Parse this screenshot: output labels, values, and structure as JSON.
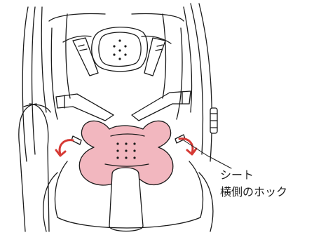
{
  "callout": {
    "line1": "シート",
    "line2": "横側のホック"
  },
  "colors": {
    "line": "#1a1a1a",
    "pad_fill": "#f2b7bf",
    "arrow_red": "#d63a35",
    "background": "#ffffff"
  },
  "icons": [
    "stroller-seat-illustration",
    "harness-pad",
    "rotate-arrow-left-icon",
    "rotate-arrow-right-icon"
  ]
}
